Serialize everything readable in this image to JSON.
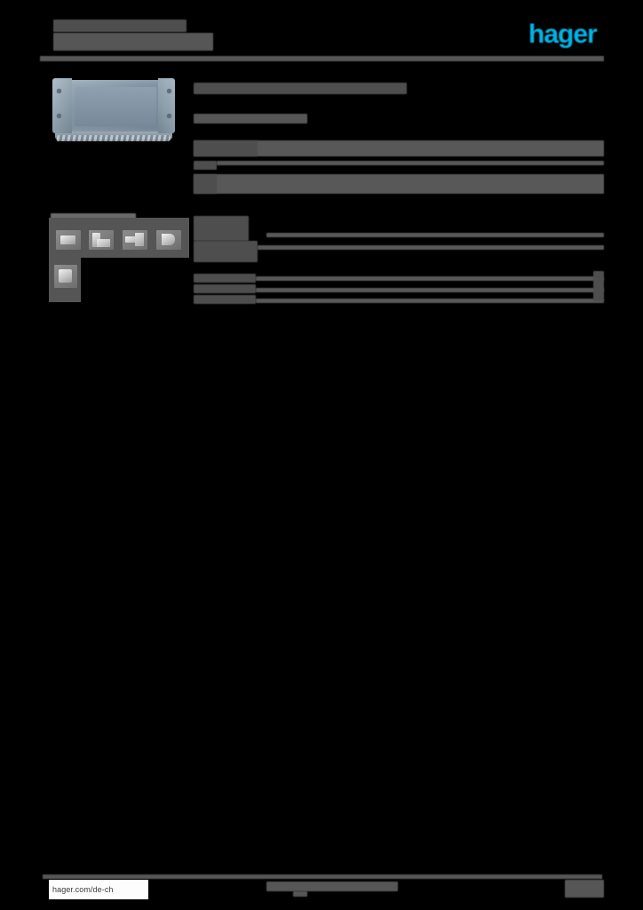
{
  "document": {
    "kind": "product-datasheet",
    "brand": "hager",
    "logo_color": "#00b3e6",
    "page_background": "#000000",
    "redaction_color": "#565656"
  },
  "header": {
    "title_line1": "",
    "title_line2": "",
    "logo_text": "hager",
    "rule": ""
  },
  "product": {
    "image_alt": "product-enclosure",
    "image_colors": {
      "body": "#8496a5",
      "highlight": "#b0bfca",
      "shadow": "#6f8090"
    }
  },
  "main": {
    "heading": "",
    "subheading": "",
    "specs_group_1": [
      {
        "label": "",
        "value": ""
      },
      {
        "label": "",
        "value": ""
      },
      {
        "label": "",
        "value": ""
      }
    ],
    "specs_group_2": [
      {
        "label": "",
        "value": ""
      },
      {
        "label": "",
        "value": ""
      },
      {
        "label": "",
        "value": ""
      },
      {
        "label": "",
        "value": ""
      },
      {
        "label": "",
        "value": ""
      }
    ],
    "mark": ""
  },
  "accessories": {
    "caption": "",
    "thumbnails": [
      {
        "name": "accessory-thumb-1",
        "label": ""
      },
      {
        "name": "accessory-thumb-2",
        "label": ""
      },
      {
        "name": "accessory-thumb-3",
        "label": ""
      },
      {
        "name": "accessory-thumb-4",
        "label": ""
      },
      {
        "name": "accessory-thumb-5",
        "label": ""
      }
    ]
  },
  "footer": {
    "url": "hager.com/de-ch",
    "center_text": "",
    "center_text_2": "",
    "page_number": ""
  }
}
